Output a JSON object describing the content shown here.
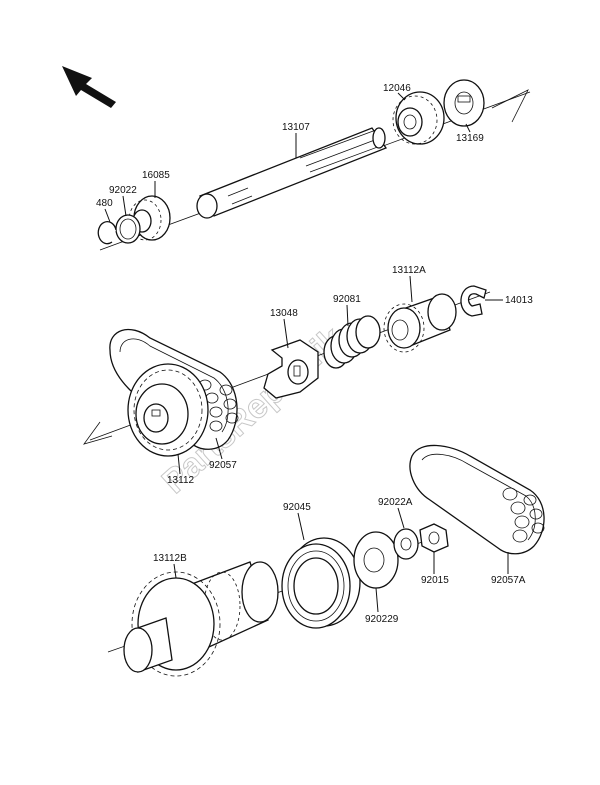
{
  "watermark": "PartsRepublik",
  "labels": {
    "p12046": "12046",
    "p13169": "13169",
    "p13107": "13107",
    "p16085": "16085",
    "p92022": "92022",
    "p480": "480",
    "p13112A": "13112A",
    "p14013": "14013",
    "p92081": "92081",
    "p13048": "13048",
    "p13112": "13112",
    "p92057": "92057",
    "p92045": "92045",
    "p92022A": "92022A",
    "p13112B": "13112B",
    "p92015": "92015",
    "p92057A": "92057A",
    "p92022B": "920229"
  }
}
